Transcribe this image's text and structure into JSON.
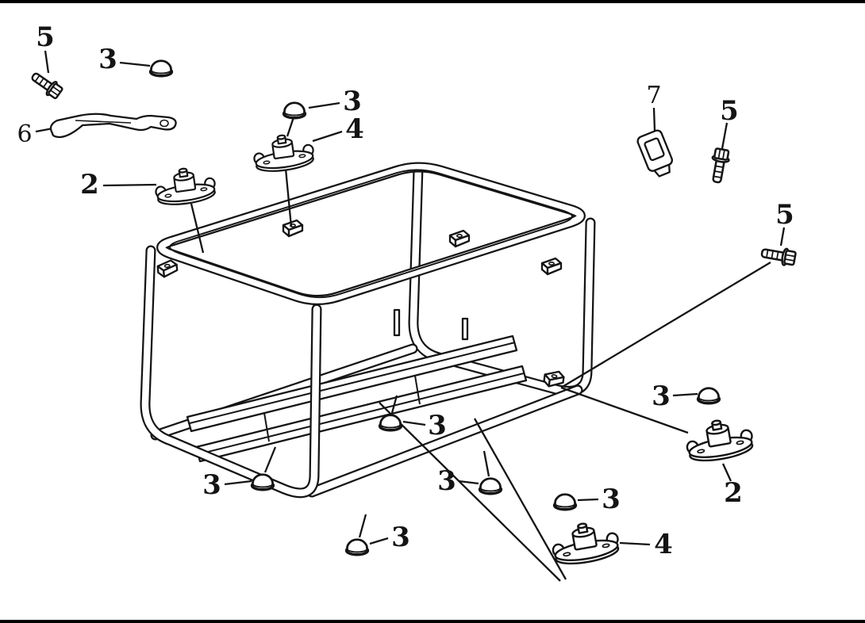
{
  "diagram": {
    "kind": "exploded-parts-diagram",
    "subject": "tubular frame assembly with rubber mounts and fasteners",
    "background_color": "#ffffff",
    "line_color": "#141414",
    "callouts": [
      {
        "label": "5",
        "icon": "flange-bolt-icon"
      },
      {
        "label": "3",
        "icon": "cap-nut-icon"
      },
      {
        "label": "6",
        "icon": "stay-bracket-icon"
      },
      {
        "label": "3",
        "icon": "cap-nut-icon"
      },
      {
        "label": "4",
        "icon": "rubber-mount-icon"
      },
      {
        "label": "2",
        "icon": "rubber-mount-icon"
      },
      {
        "label": "7",
        "icon": "pipe-clamp-icon"
      },
      {
        "label": "5",
        "icon": "flange-bolt-icon"
      },
      {
        "label": "5",
        "icon": "flange-bolt-icon"
      },
      {
        "label": "3",
        "icon": "cap-nut-icon"
      },
      {
        "label": "2",
        "icon": "rubber-mount-icon"
      },
      {
        "label": "3",
        "icon": "cap-nut-icon"
      },
      {
        "label": "3",
        "icon": "cap-nut-icon"
      },
      {
        "label": "3",
        "icon": "cap-nut-icon"
      },
      {
        "label": "3",
        "icon": "cap-nut-icon"
      },
      {
        "label": "3",
        "icon": "cap-nut-icon"
      },
      {
        "label": "4",
        "icon": "rubber-mount-icon"
      }
    ]
  }
}
